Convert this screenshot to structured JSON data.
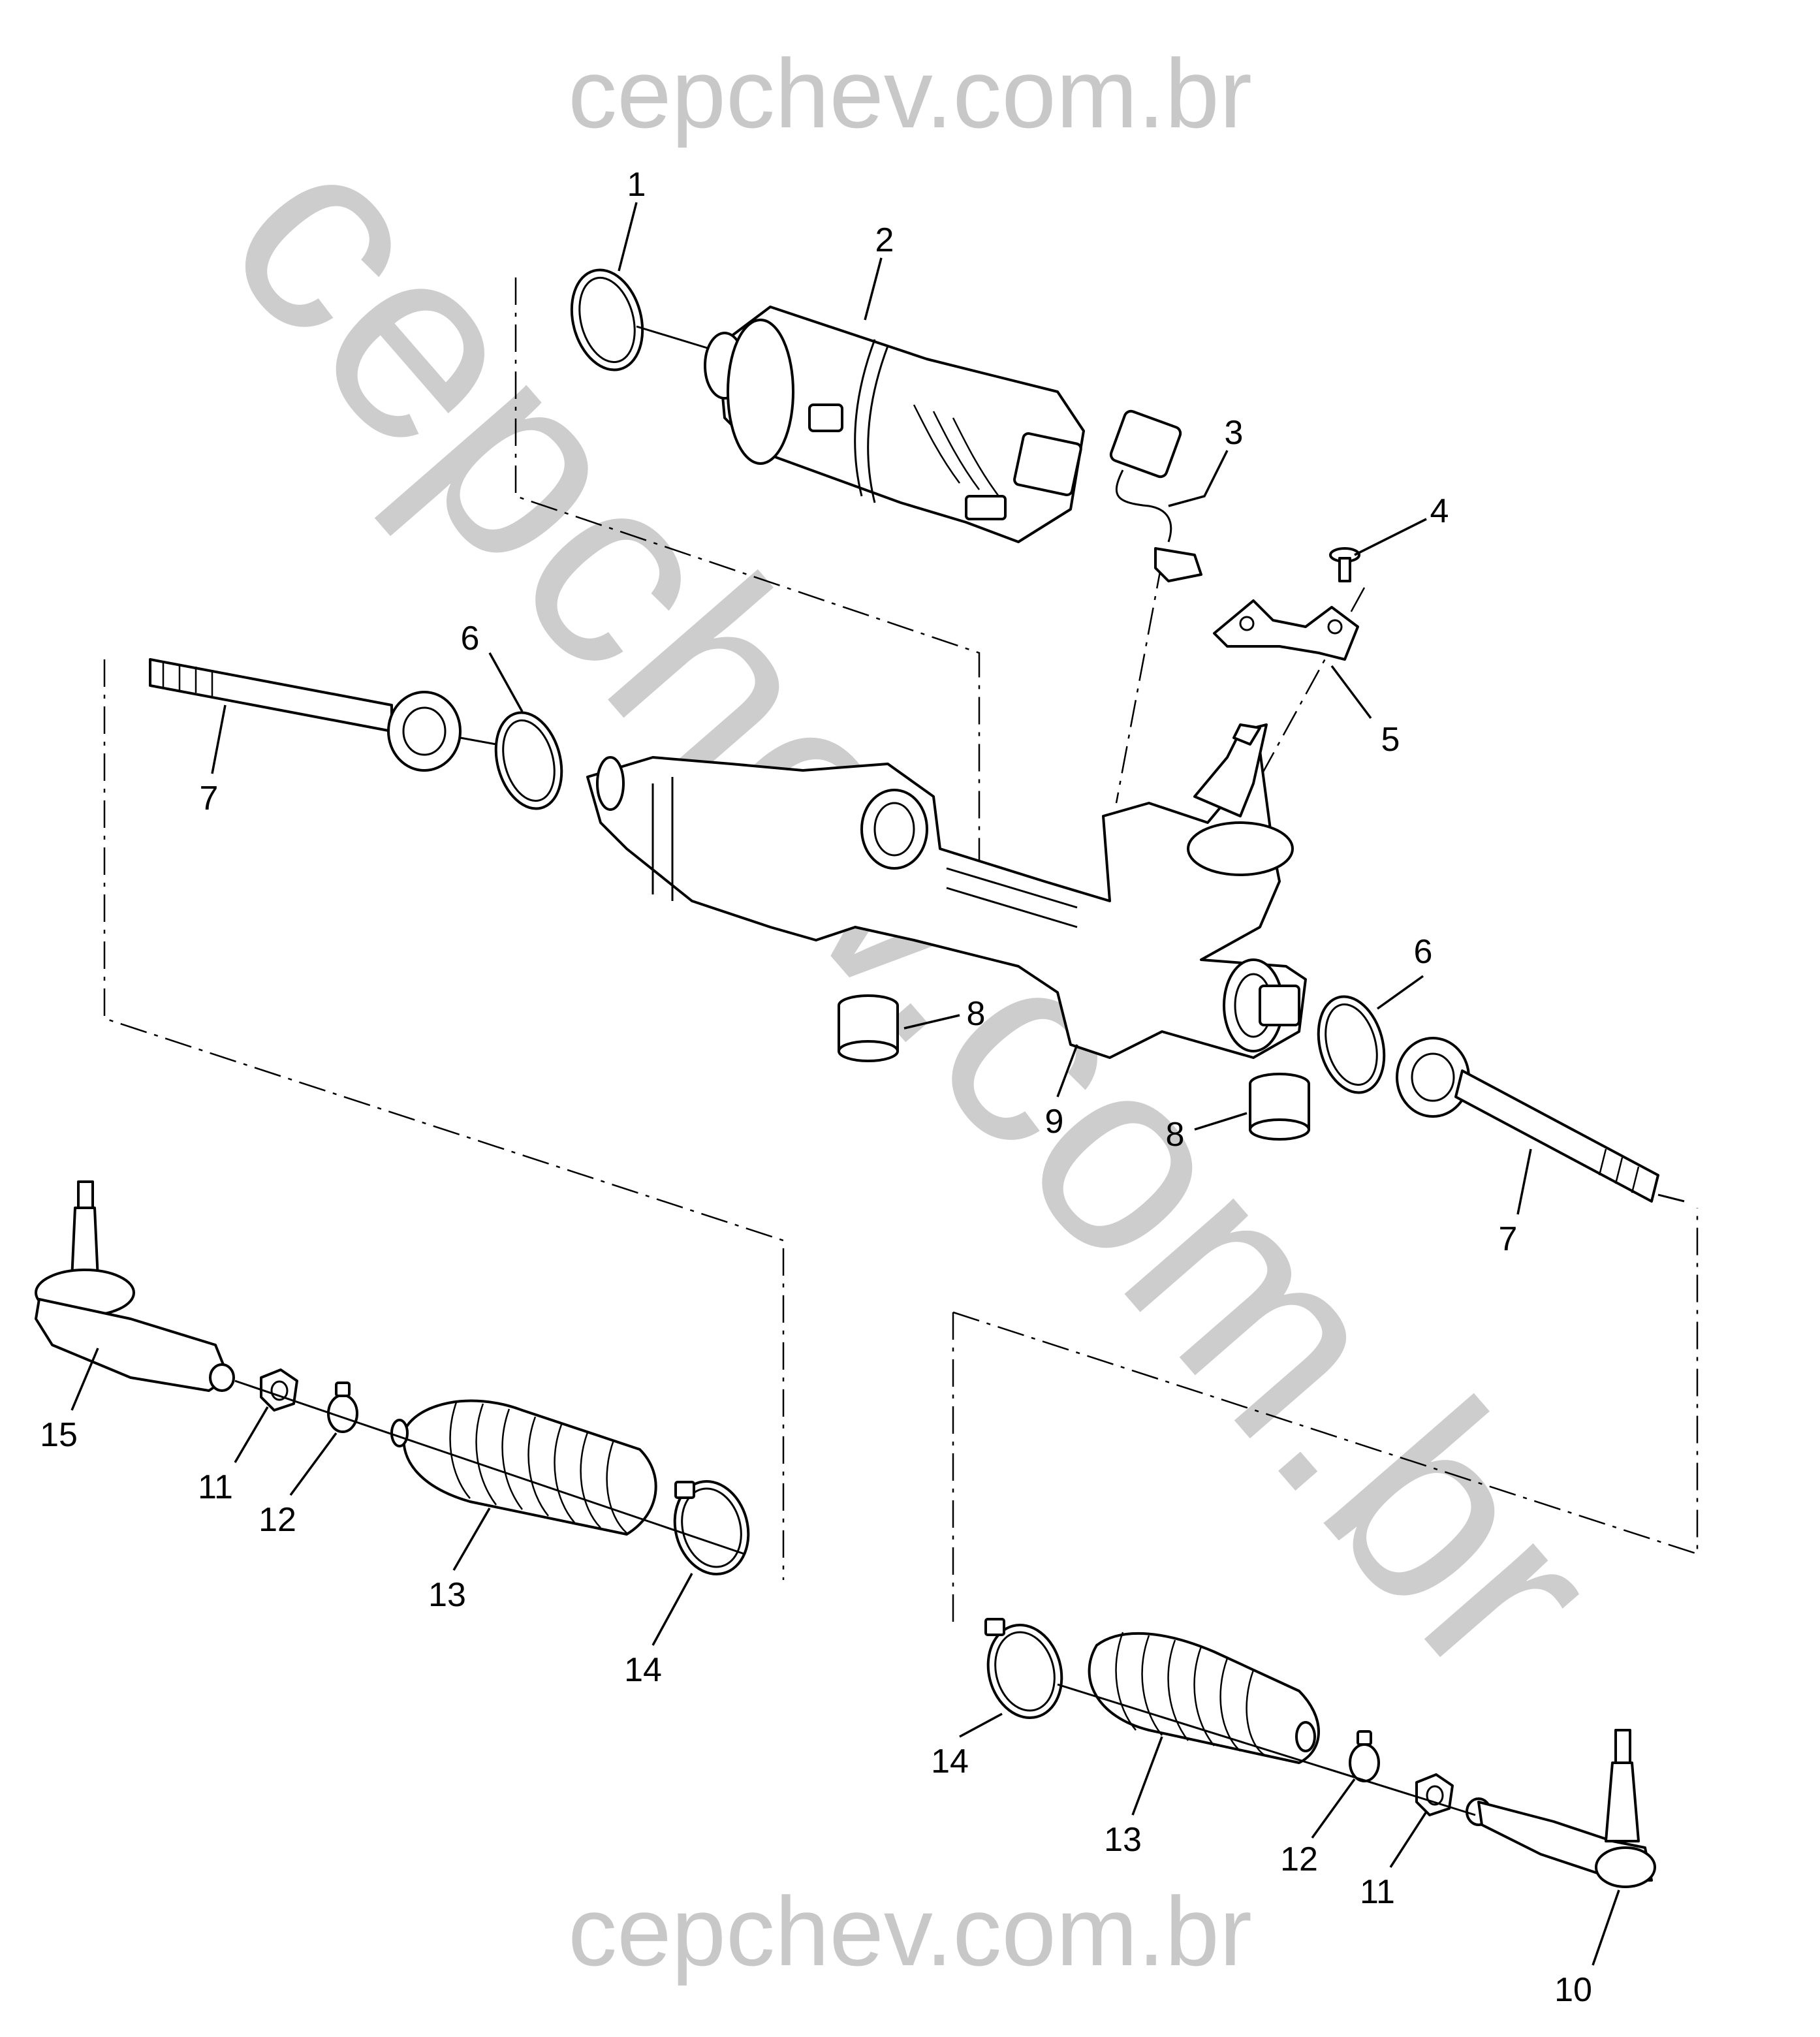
{
  "watermark": {
    "top": "cepchev.com.br",
    "bottom": "cepchev.com.br",
    "diagonal": "cepchev.com.br",
    "color": "#c8c8c8"
  },
  "callouts": [
    "1",
    "2",
    "3",
    "4",
    "5",
    "6",
    "6",
    "7",
    "7",
    "8",
    "8",
    "9",
    "10",
    "11",
    "11",
    "12",
    "12",
    "13",
    "13",
    "14",
    "14",
    "15"
  ]
}
